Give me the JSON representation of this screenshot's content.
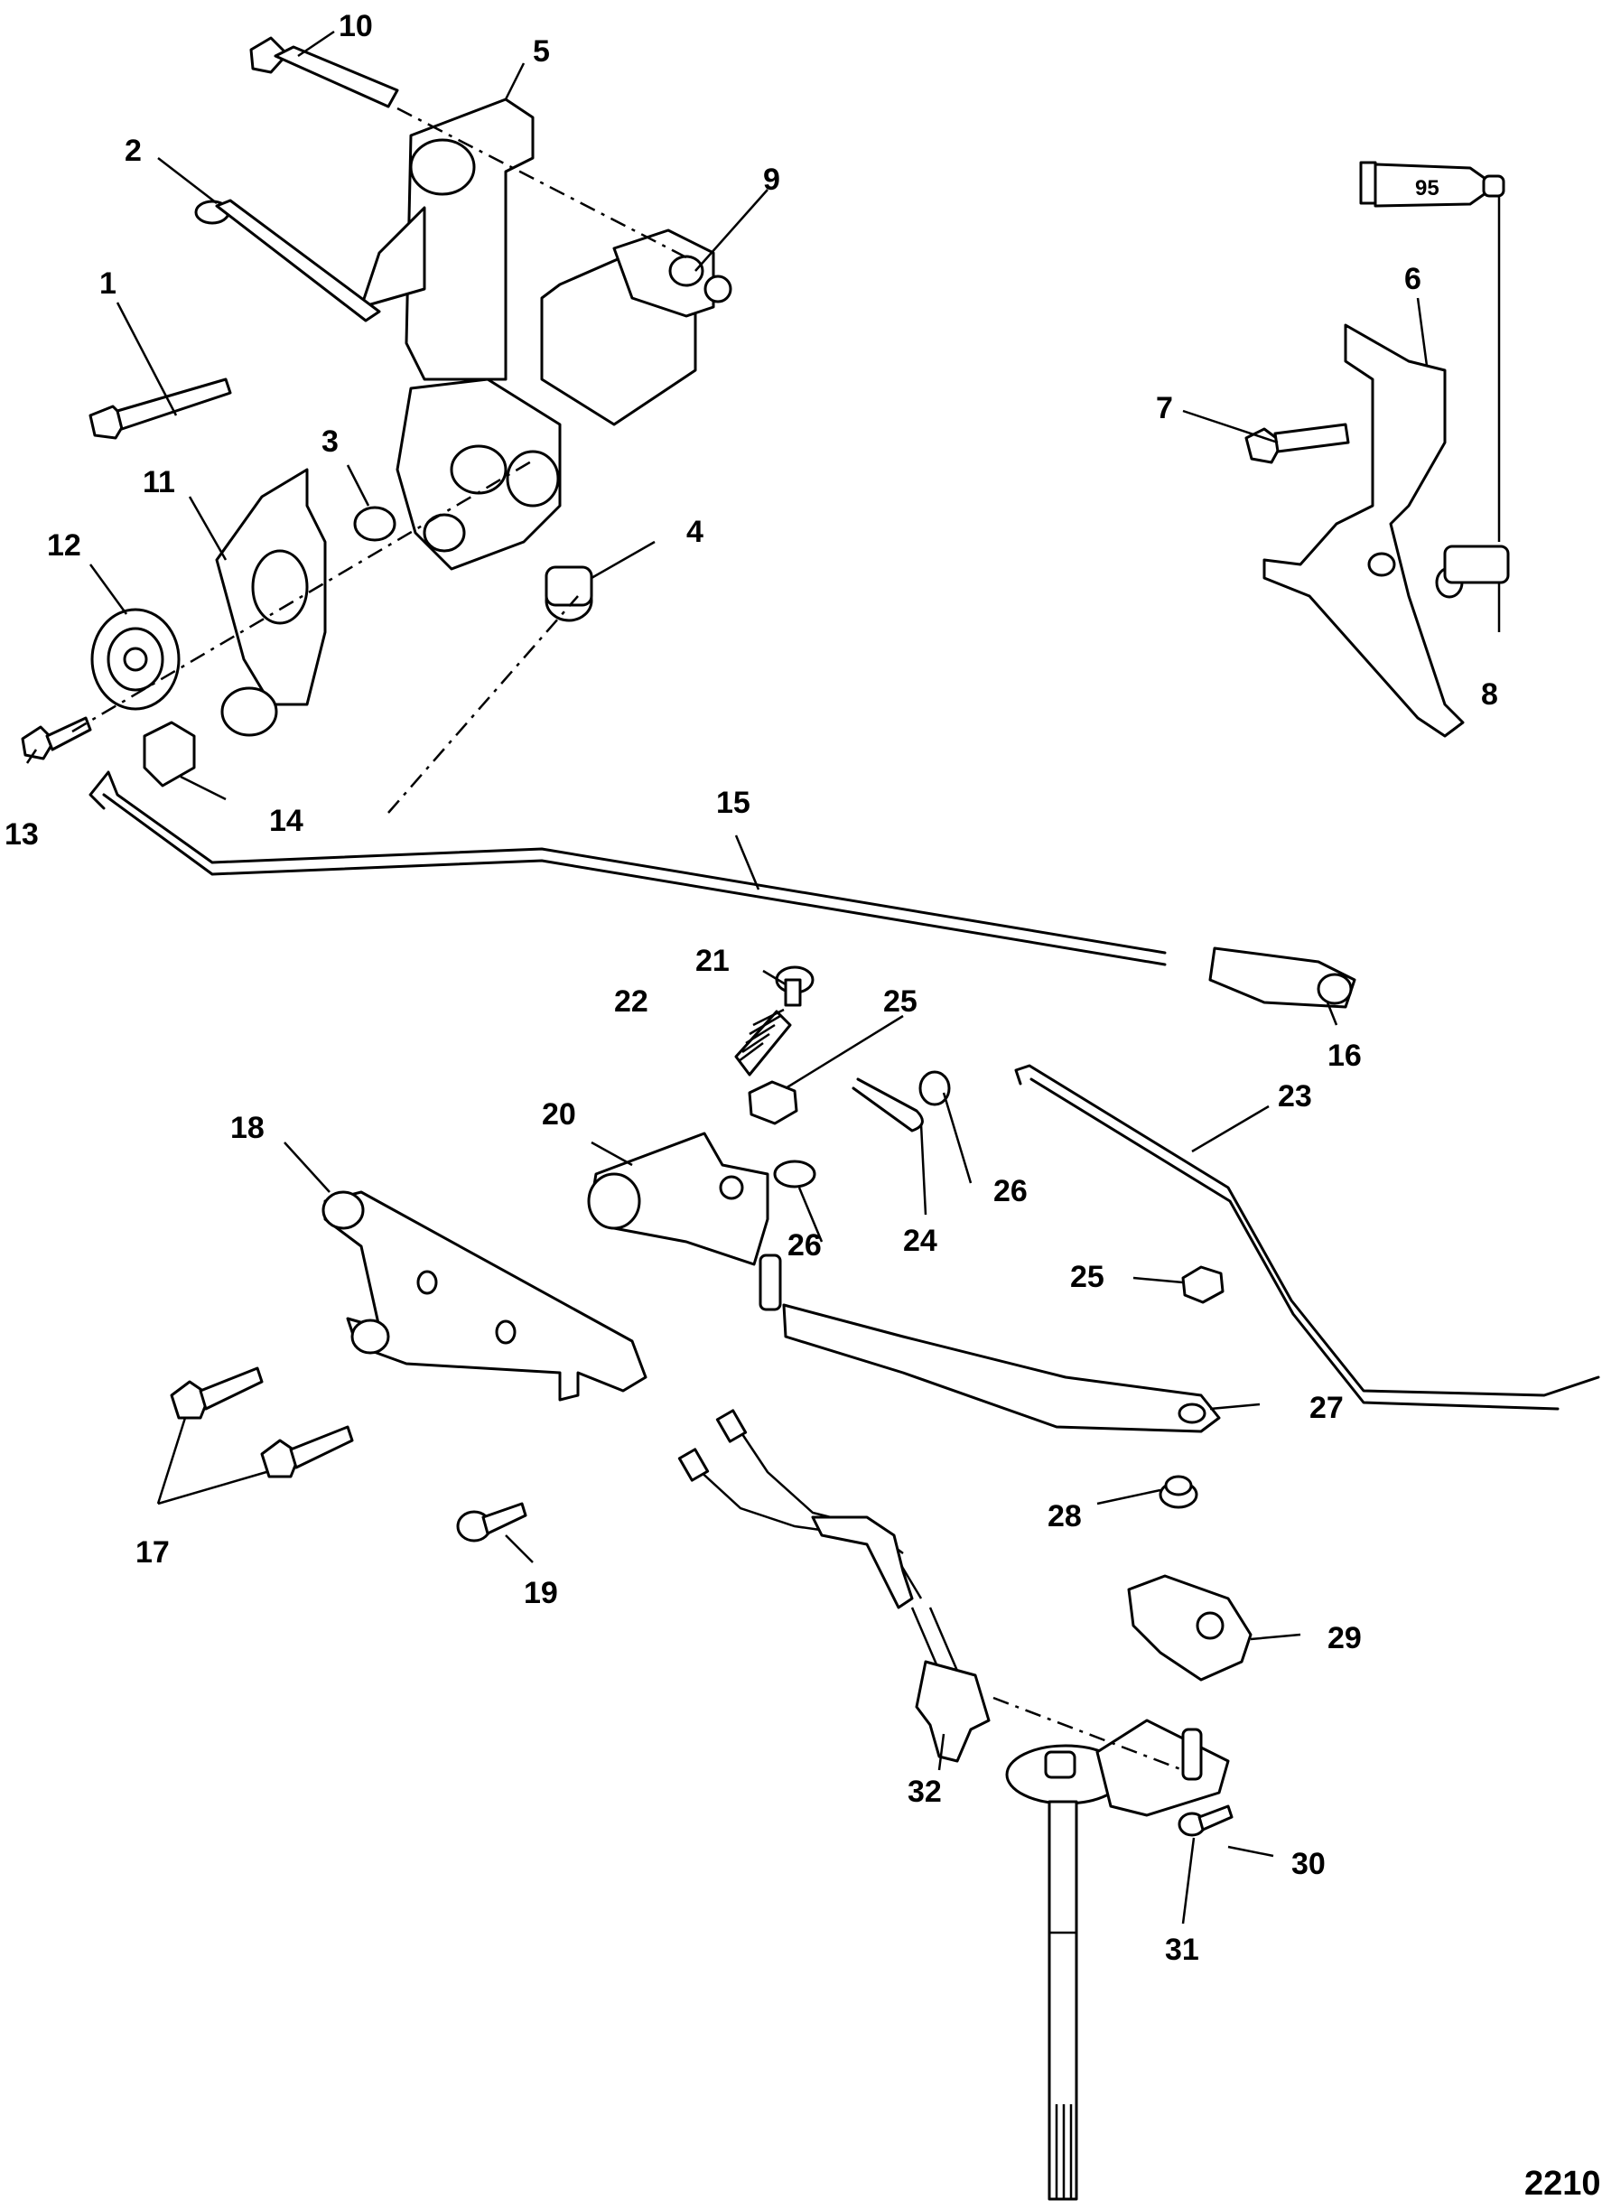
{
  "diagram": {
    "type": "exploded-parts-view",
    "figure_number": "2210",
    "sealant_tube_label": "95",
    "callouts": [
      {
        "id": "1"
      },
      {
        "id": "2"
      },
      {
        "id": "3"
      },
      {
        "id": "4"
      },
      {
        "id": "5"
      },
      {
        "id": "6"
      },
      {
        "id": "7"
      },
      {
        "id": "8"
      },
      {
        "id": "9"
      },
      {
        "id": "10"
      },
      {
        "id": "11"
      },
      {
        "id": "12"
      },
      {
        "id": "13"
      },
      {
        "id": "14"
      },
      {
        "id": "15"
      },
      {
        "id": "16"
      },
      {
        "id": "17"
      },
      {
        "id": "18"
      },
      {
        "id": "19"
      },
      {
        "id": "20"
      },
      {
        "id": "21"
      },
      {
        "id": "22"
      },
      {
        "id": "23"
      },
      {
        "id": "24"
      },
      {
        "id": "25"
      },
      {
        "id": "25b",
        "label": "25"
      },
      {
        "id": "26"
      },
      {
        "id": "26b",
        "label": "26"
      },
      {
        "id": "27"
      },
      {
        "id": "28"
      },
      {
        "id": "29"
      },
      {
        "id": "30"
      },
      {
        "id": "31"
      },
      {
        "id": "32"
      }
    ]
  }
}
